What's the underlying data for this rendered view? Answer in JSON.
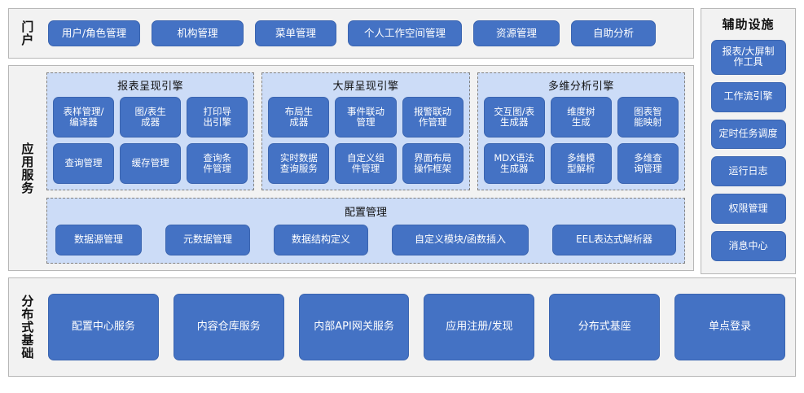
{
  "portal": {
    "label": "门户",
    "items": [
      {
        "name": "user-role-management",
        "label": "用户/角色管理"
      },
      {
        "name": "org-management",
        "label": "机构管理"
      },
      {
        "name": "menu-management",
        "label": "菜单管理"
      },
      {
        "name": "personal-workspace-management",
        "label": "个人工作空间管理"
      },
      {
        "name": "resource-management",
        "label": "资源管理"
      },
      {
        "name": "self-service-analysis",
        "label": "自助分析"
      }
    ]
  },
  "aux": {
    "title": "辅助设施",
    "items": [
      {
        "name": "report-dashboard-authoring-tool",
        "label": "报表/大屏制\n作工具"
      },
      {
        "name": "workflow-engine",
        "label": "工作流引擎"
      },
      {
        "name": "scheduled-task-scheduler",
        "label": "定时任务调度"
      },
      {
        "name": "runtime-log",
        "label": "运行日志"
      },
      {
        "name": "permission-management",
        "label": "权限管理"
      },
      {
        "name": "message-center",
        "label": "消息中心"
      }
    ]
  },
  "app_services": {
    "label": "应用服务",
    "engines": [
      {
        "name": "report-rendering-engine",
        "title": "报表呈现引擎",
        "items": [
          {
            "name": "template-management-compiler",
            "label": "表样管理/\n编译器"
          },
          {
            "name": "chart-table-generator",
            "label": "图/表生\n成器"
          },
          {
            "name": "print-export-engine",
            "label": "打印导\n出引擎"
          },
          {
            "name": "query-management",
            "label": "查询管理"
          },
          {
            "name": "cache-management",
            "label": "缓存管理"
          },
          {
            "name": "query-condition-management",
            "label": "查询条\n件管理"
          }
        ]
      },
      {
        "name": "dashboard-rendering-engine",
        "title": "大屏呈现引擎",
        "items": [
          {
            "name": "layout-generator",
            "label": "布局生\n成器"
          },
          {
            "name": "event-linkage-management",
            "label": "事件联动\n管理"
          },
          {
            "name": "alarm-linkage-action-management",
            "label": "报警联动\n作管理"
          },
          {
            "name": "realtime-data-query-service",
            "label": "实时数据\n查询服务"
          },
          {
            "name": "custom-component-management",
            "label": "自定义组\n件管理"
          },
          {
            "name": "ui-layout-operation-framework",
            "label": "界面布局\n操作框架"
          }
        ]
      },
      {
        "name": "multidimensional-analysis-engine",
        "title": "多维分析引擎",
        "items": [
          {
            "name": "interactive-chart-table-generator",
            "label": "交互图/表\n生成器"
          },
          {
            "name": "dimension-tree-generation",
            "label": "维度树\n生成"
          },
          {
            "name": "chart-smart-mapping",
            "label": "图表智\n能映射"
          },
          {
            "name": "mdx-syntax-generator",
            "label": "MDX语法\n生成器"
          },
          {
            "name": "multidim-model-parsing",
            "label": "多维模\n型解析"
          },
          {
            "name": "multidim-query-management",
            "label": "多维查\n询管理"
          }
        ]
      }
    ],
    "config": {
      "name": "configuration-management",
      "title": "配置管理",
      "items": [
        {
          "name": "datasource-management",
          "label": "数据源管理"
        },
        {
          "name": "metadata-management",
          "label": "元数据管理"
        },
        {
          "name": "data-structure-definition",
          "label": "数据结构定义"
        },
        {
          "name": "custom-module-function-insert",
          "label": "自定义模块/函数插入"
        },
        {
          "name": "eel-expression-parser",
          "label": "EEL表达式解析器"
        }
      ]
    }
  },
  "distributed": {
    "label": "分布式基础",
    "items": [
      {
        "name": "config-center-service",
        "label": "配置中心服务"
      },
      {
        "name": "content-repository-service",
        "label": "内容仓库服务"
      },
      {
        "name": "internal-api-gateway-service",
        "label": "内部API网关服务"
      },
      {
        "name": "app-registration-discovery",
        "label": "应用注册/发现"
      },
      {
        "name": "distributed-foundation",
        "label": "分布式基座"
      },
      {
        "name": "single-sign-on",
        "label": "单点登录"
      }
    ]
  },
  "colors": {
    "pill": "#4472c4",
    "group_bg": "#ccdcf7",
    "panel_bg": "#f2f2f2",
    "panel_border": "#b7b7b7"
  }
}
